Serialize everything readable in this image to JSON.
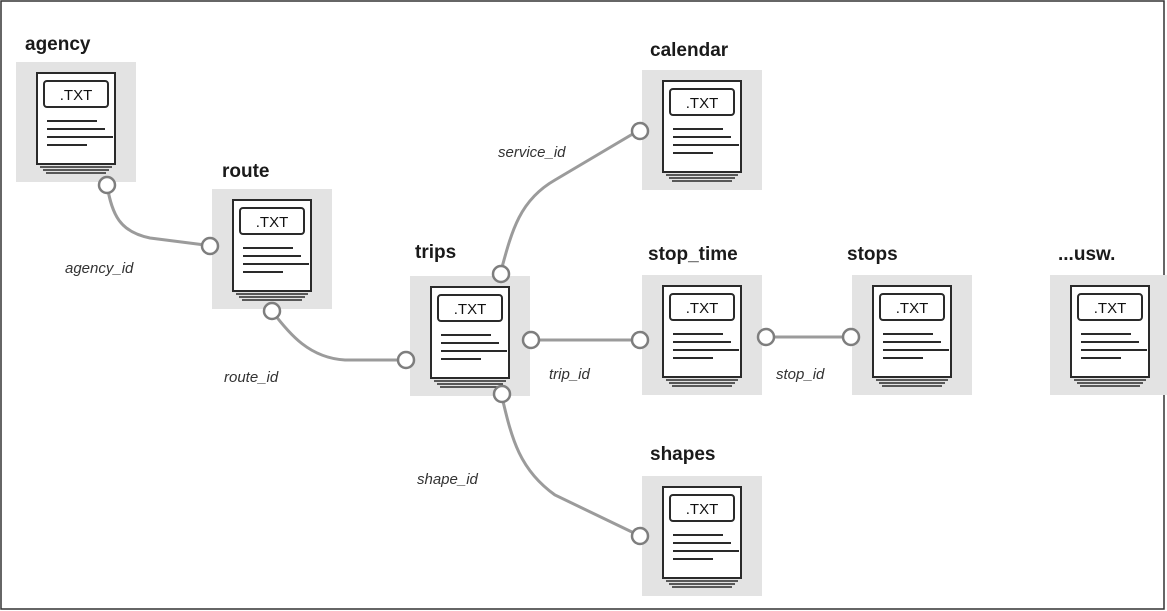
{
  "files": [
    {
      "id": "agency",
      "title": "agency",
      "ext": ".TXT"
    },
    {
      "id": "route",
      "title": "route",
      "ext": ".TXT"
    },
    {
      "id": "trips",
      "title": "trips",
      "ext": ".TXT"
    },
    {
      "id": "calendar",
      "title": "calendar",
      "ext": ".TXT"
    },
    {
      "id": "stop_time",
      "title": "stop_time",
      "ext": ".TXT"
    },
    {
      "id": "stops",
      "title": "stops",
      "ext": ".TXT"
    },
    {
      "id": "usw",
      "title": "...usw.",
      "ext": ".TXT"
    },
    {
      "id": "shapes",
      "title": "shapes",
      "ext": ".TXT"
    }
  ],
  "connections": [
    {
      "id": "agency_id",
      "from": "agency",
      "to": "route",
      "label": "agency_id"
    },
    {
      "id": "route_id",
      "from": "route",
      "to": "trips",
      "label": "route_id"
    },
    {
      "id": "service_id",
      "from": "trips",
      "to": "calendar",
      "label": "service_id"
    },
    {
      "id": "trip_id",
      "from": "trips",
      "to": "stop_time",
      "label": "trip_id"
    },
    {
      "id": "stop_id",
      "from": "stop_time",
      "to": "stops",
      "label": "stop_id"
    },
    {
      "id": "shape_id",
      "from": "trips",
      "to": "shapes",
      "label": "shape_id"
    }
  ],
  "colors": {
    "tile": "#e3e3e3",
    "document_stroke": "#2a2a2a",
    "connector": "#9b9b9b",
    "frame": "#333333"
  },
  "icons": {
    "document": "text-file-document-icon"
  }
}
